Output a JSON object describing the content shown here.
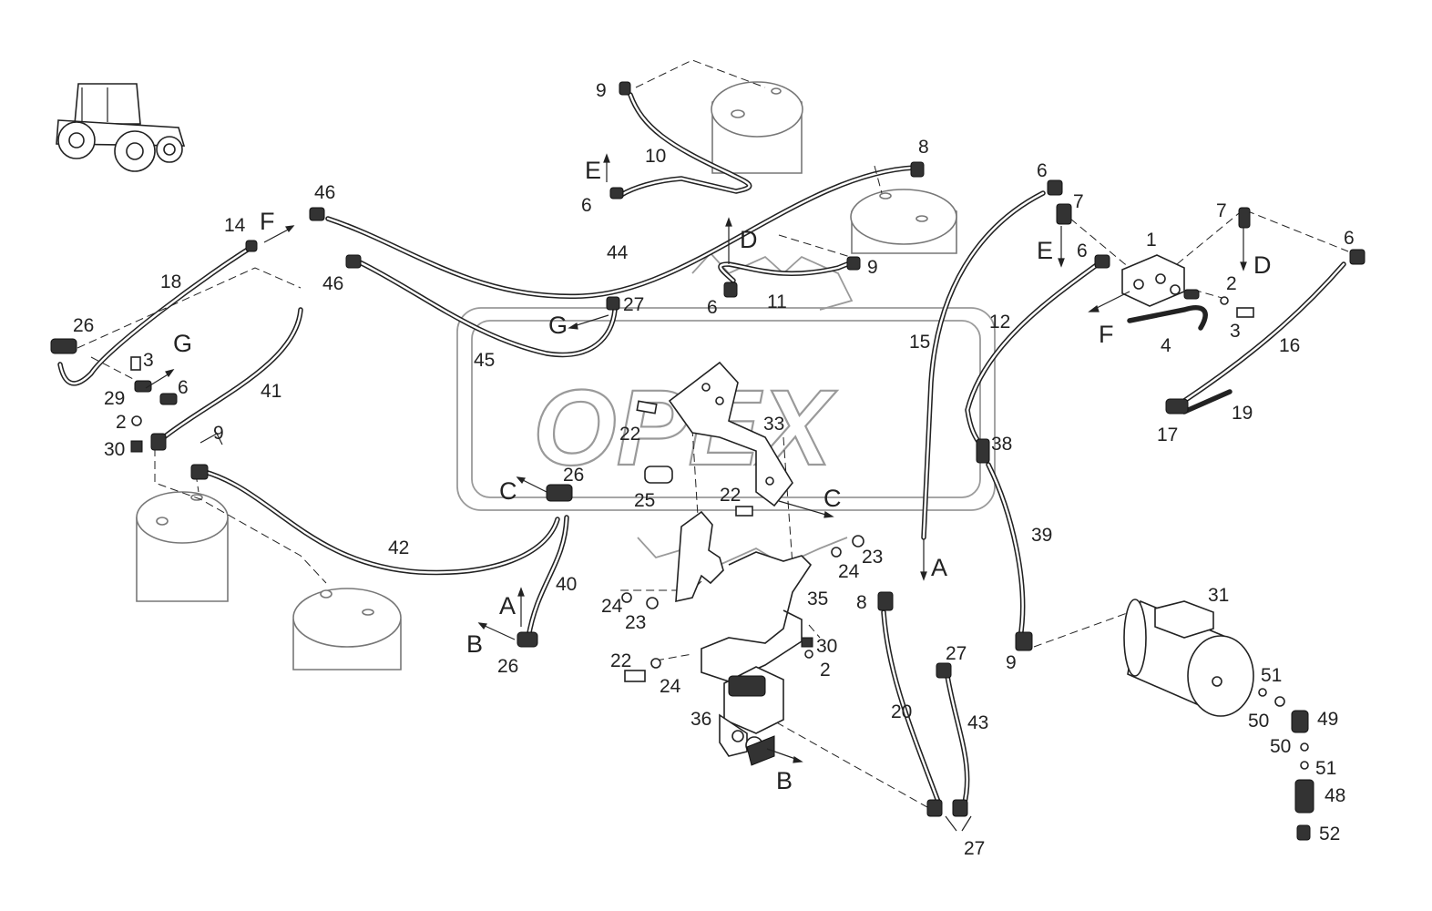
{
  "diagram": {
    "watermark": "OPEX",
    "part_labels": [
      {
        "id": "l9a",
        "text": "9"
      },
      {
        "id": "l10",
        "text": "10"
      },
      {
        "id": "l6a",
        "text": "6"
      },
      {
        "id": "l8a",
        "text": "8"
      },
      {
        "id": "l46a",
        "text": "46"
      },
      {
        "id": "l46b",
        "text": "46"
      },
      {
        "id": "l14",
        "text": "14"
      },
      {
        "id": "l18",
        "text": "18"
      },
      {
        "id": "l44",
        "text": "44"
      },
      {
        "id": "l6b",
        "text": "6"
      },
      {
        "id": "l11",
        "text": "11"
      },
      {
        "id": "l9b",
        "text": "9"
      },
      {
        "id": "l27a",
        "text": "27"
      },
      {
        "id": "l26a",
        "text": "26"
      },
      {
        "id": "l3a",
        "text": "3"
      },
      {
        "id": "l29",
        "text": "29"
      },
      {
        "id": "l6c",
        "text": "6"
      },
      {
        "id": "l41",
        "text": "41"
      },
      {
        "id": "l2a",
        "text": "2"
      },
      {
        "id": "l30a",
        "text": "30"
      },
      {
        "id": "l9c",
        "text": "9"
      },
      {
        "id": "l45",
        "text": "45"
      },
      {
        "id": "l6d",
        "text": "6"
      },
      {
        "id": "l7a",
        "text": "7"
      },
      {
        "id": "l1",
        "text": "1"
      },
      {
        "id": "l7b",
        "text": "7"
      },
      {
        "id": "l6e",
        "text": "6"
      },
      {
        "id": "l6f",
        "text": "6"
      },
      {
        "id": "l12",
        "text": "12"
      },
      {
        "id": "l15",
        "text": "15"
      },
      {
        "id": "l2b",
        "text": "2"
      },
      {
        "id": "l3b",
        "text": "3"
      },
      {
        "id": "l4",
        "text": "4"
      },
      {
        "id": "l16",
        "text": "16"
      },
      {
        "id": "l19",
        "text": "19"
      },
      {
        "id": "l17",
        "text": "17"
      },
      {
        "id": "l22a",
        "text": "22"
      },
      {
        "id": "l33",
        "text": "33"
      },
      {
        "id": "l38",
        "text": "38"
      },
      {
        "id": "l26b",
        "text": "26"
      },
      {
        "id": "l25",
        "text": "25"
      },
      {
        "id": "l22b",
        "text": "22"
      },
      {
        "id": "l42",
        "text": "42"
      },
      {
        "id": "l40",
        "text": "40"
      },
      {
        "id": "l39",
        "text": "39"
      },
      {
        "id": "l23a",
        "text": "23"
      },
      {
        "id": "l24a",
        "text": "24"
      },
      {
        "id": "l24b",
        "text": "24"
      },
      {
        "id": "l23b",
        "text": "23"
      },
      {
        "id": "l35",
        "text": "35"
      },
      {
        "id": "l8b",
        "text": "8"
      },
      {
        "id": "l31",
        "text": "31"
      },
      {
        "id": "l26c",
        "text": "26"
      },
      {
        "id": "l22c",
        "text": "22"
      },
      {
        "id": "l24c",
        "text": "24"
      },
      {
        "id": "l30b",
        "text": "30"
      },
      {
        "id": "l2c",
        "text": "2"
      },
      {
        "id": "l27b",
        "text": "27"
      },
      {
        "id": "l9d",
        "text": "9"
      },
      {
        "id": "l51a",
        "text": "51"
      },
      {
        "id": "l36",
        "text": "36"
      },
      {
        "id": "l20",
        "text": "20"
      },
      {
        "id": "l43",
        "text": "43"
      },
      {
        "id": "l50a",
        "text": "50"
      },
      {
        "id": "l49",
        "text": "49"
      },
      {
        "id": "l50b",
        "text": "50"
      },
      {
        "id": "l51b",
        "text": "51"
      },
      {
        "id": "l48",
        "text": "48"
      },
      {
        "id": "l52",
        "text": "52"
      },
      {
        "id": "l27c",
        "text": "27"
      }
    ],
    "connection_markers": [
      {
        "id": "mE1",
        "text": "E"
      },
      {
        "id": "mF1",
        "text": "F"
      },
      {
        "id": "mD1",
        "text": "D"
      },
      {
        "id": "mG1",
        "text": "G"
      },
      {
        "id": "mG2",
        "text": "G"
      },
      {
        "id": "mE2",
        "text": "E"
      },
      {
        "id": "mD2",
        "text": "D"
      },
      {
        "id": "mF2",
        "text": "F"
      },
      {
        "id": "mC1",
        "text": "C"
      },
      {
        "id": "mC2",
        "text": "C"
      },
      {
        "id": "mA1",
        "text": "A"
      },
      {
        "id": "mA2",
        "text": "A"
      },
      {
        "id": "mB1",
        "text": "B"
      },
      {
        "id": "mB2",
        "text": "B"
      }
    ]
  }
}
